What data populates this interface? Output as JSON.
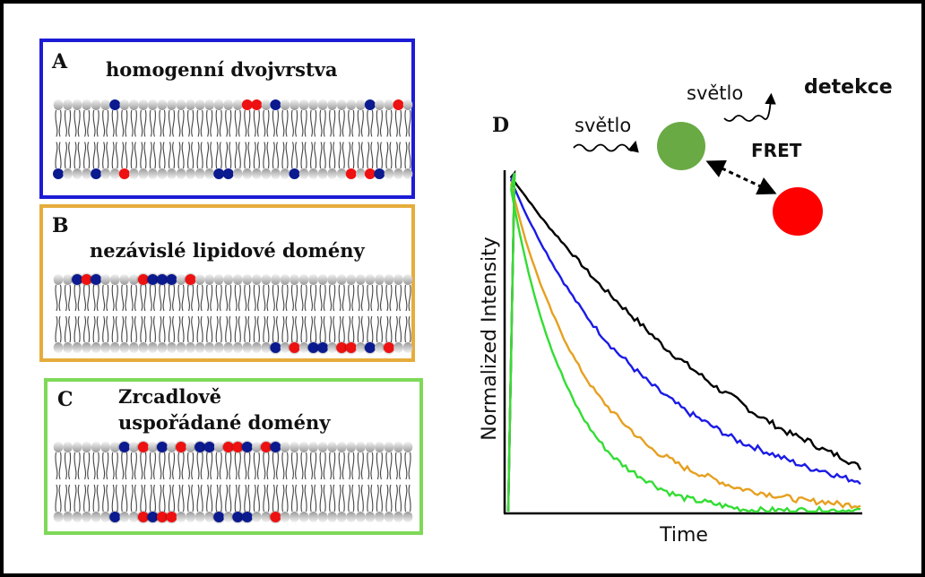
{
  "colors": {
    "frame": "#000000",
    "panel_a_border": "#1c1cd6",
    "panel_b_border": "#e6ac3c",
    "panel_c_border": "#7ed957",
    "donor_dot": "#0b1a8f",
    "acceptor_dot": "#ee1111",
    "donor_circle": "#6aaa45",
    "acceptor_circle": "#ff0000"
  },
  "panels": [
    {
      "letter": "A",
      "title": [
        "homogenní dvojvrstva"
      ],
      "top_dots": [
        [
          "blue",
          6
        ],
        [
          "red",
          20
        ],
        [
          "red",
          21
        ],
        [
          "blue",
          23
        ],
        [
          "blue",
          33
        ],
        [
          "red",
          36
        ]
      ],
      "bottom_dots": [
        [
          "blue",
          0
        ],
        [
          "blue",
          4
        ],
        [
          "red",
          7
        ],
        [
          "blue",
          17
        ],
        [
          "blue",
          18
        ],
        [
          "blue",
          25
        ],
        [
          "red",
          31
        ],
        [
          "red",
          33
        ],
        [
          "blue",
          34
        ]
      ]
    },
    {
      "letter": "B",
      "title": [
        "nezávislé lipidové domény"
      ],
      "top_dots": [
        [
          "blue",
          2
        ],
        [
          "red",
          3
        ],
        [
          "blue",
          4
        ],
        [
          "red",
          9
        ],
        [
          "blue",
          10
        ],
        [
          "blue",
          11
        ],
        [
          "blue",
          12
        ],
        [
          "red",
          14
        ]
      ],
      "bottom_dots": [
        [
          "blue",
          23
        ],
        [
          "red",
          25
        ],
        [
          "blue",
          27
        ],
        [
          "blue",
          28
        ],
        [
          "red",
          30
        ],
        [
          "red",
          31
        ],
        [
          "blue",
          33
        ],
        [
          "red",
          35
        ]
      ]
    },
    {
      "letter": "C",
      "title": [
        "Zrcadlově",
        "uspořádané domény"
      ],
      "top_dots": [
        [
          "blue",
          7
        ],
        [
          "red",
          9
        ],
        [
          "blue",
          11
        ],
        [
          "red",
          13
        ],
        [
          "blue",
          15
        ],
        [
          "blue",
          16
        ],
        [
          "red",
          18
        ],
        [
          "red",
          19
        ],
        [
          "blue",
          20
        ],
        [
          "red",
          22
        ],
        [
          "blue",
          23
        ]
      ],
      "bottom_dots": [
        [
          "blue",
          6
        ],
        [
          "red",
          9
        ],
        [
          "blue",
          10
        ],
        [
          "red",
          11
        ],
        [
          "red",
          12
        ],
        [
          "blue",
          17
        ],
        [
          "blue",
          19
        ],
        [
          "blue",
          20
        ],
        [
          "red",
          23
        ]
      ]
    }
  ],
  "panel_d": {
    "letter": "D",
    "excitation_label": "světlo",
    "emission_label": "světlo",
    "detection_label": "detekce",
    "fret_label": "FRET"
  },
  "chart_data": {
    "type": "line",
    "title": "",
    "xlabel": "Time",
    "ylabel": "Normalized Intensity",
    "x": [
      0,
      0.05,
      0.1,
      0.15,
      0.2,
      0.25,
      0.3,
      0.35,
      0.4,
      0.45,
      0.5,
      0.55,
      0.6,
      0.65,
      0.7,
      0.75,
      0.8,
      0.85,
      0.9,
      0.95,
      1.0
    ],
    "xlim": [
      0,
      1
    ],
    "ylim": [
      0,
      1
    ],
    "grid": false,
    "series": [
      {
        "color": "#000000",
        "values": [
          1.0,
          0.93,
          0.86,
          0.8,
          0.74,
          0.68,
          0.63,
          0.58,
          0.53,
          0.48,
          0.44,
          0.4,
          0.36,
          0.33,
          0.29,
          0.26,
          0.23,
          0.21,
          0.18,
          0.16,
          0.13
        ]
      },
      {
        "color": "#1a1ae6",
        "values": [
          1.0,
          0.88,
          0.78,
          0.69,
          0.61,
          0.54,
          0.48,
          0.43,
          0.38,
          0.34,
          0.3,
          0.27,
          0.24,
          0.21,
          0.19,
          0.17,
          0.15,
          0.13,
          0.12,
          0.1,
          0.09
        ]
      },
      {
        "color": "#e6a020",
        "values": [
          1.0,
          0.8,
          0.65,
          0.53,
          0.43,
          0.35,
          0.29,
          0.24,
          0.19,
          0.16,
          0.13,
          0.11,
          0.09,
          0.07,
          0.06,
          0.05,
          0.04,
          0.03,
          0.03,
          0.02,
          0.02
        ]
      },
      {
        "color": "#33dd33",
        "values": [
          1.0,
          0.74,
          0.55,
          0.41,
          0.3,
          0.22,
          0.16,
          0.12,
          0.09,
          0.06,
          0.04,
          0.03,
          0.02,
          0.01,
          0.0,
          0.0,
          0.0,
          0.0,
          0.0,
          0.0,
          0.0
        ]
      }
    ]
  }
}
